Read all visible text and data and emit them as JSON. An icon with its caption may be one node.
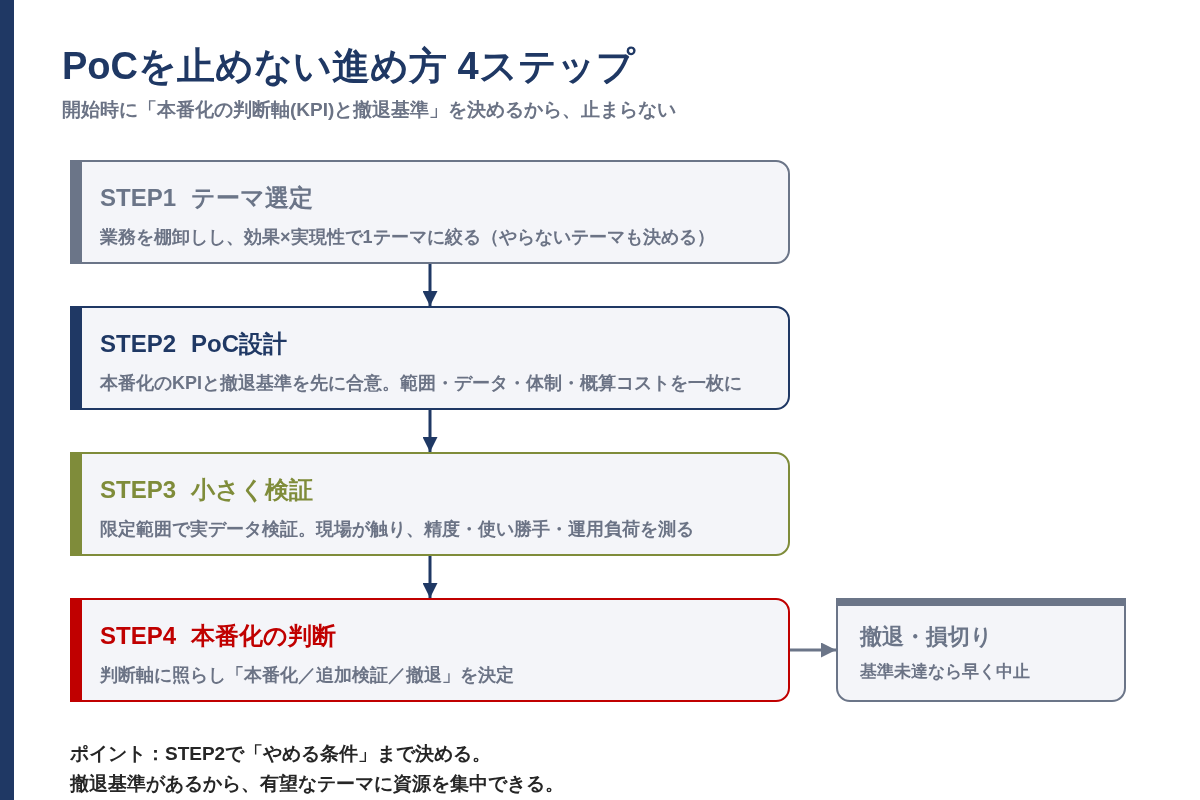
{
  "diagram": {
    "title": "PoCを止めない進め方 4ステップ",
    "nodes": [
      {
        "text": [
          "STEP1 テーマ選定",
          "業務を棚卸しし、効果×実現性で1テーマに絞る（やらないテーマも決める）"
        ]
      },
      {
        "text": [
          "STEP2 PoC設計",
          "本番化のKPIと撤退基準を先に合意。範囲・データ・体制・概算コストを一枚に"
        ]
      },
      {
        "text": [
          "STEP3 小さく検証",
          "限定範囲で実データ検証。現場が触り、精度・使い勝手・運用負荷を測る"
        ]
      },
      {
        "text": [
          "STEP4 本番化の判断",
          "判断軸に照らし「本番化／追加検証／撤退」を決定"
        ]
      },
      {
        "text": [
          "撤退・損切り",
          "基準未達なら早く中止"
        ]
      }
    ],
    "edges": [
      {
        "from": 0,
        "to": 1,
        "arrow": "to"
      },
      {
        "from": 1,
        "to": 2,
        "arrow": "to"
      },
      {
        "from": 2,
        "to": 3,
        "arrow": "to"
      },
      {
        "from": 3,
        "to": 4,
        "arrow": "to",
        "color": "#6b7588"
      }
    ],
    "labels": [
      "開始時に「本番化の判断軸(KPI)と撤退基準」を決めるから、止まらない",
      "ポイント：STEP2で「やめる条件」まで決める。",
      "撤退基準があるから、有望なテーマに資源を集中できる。"
    ]
  }
}
